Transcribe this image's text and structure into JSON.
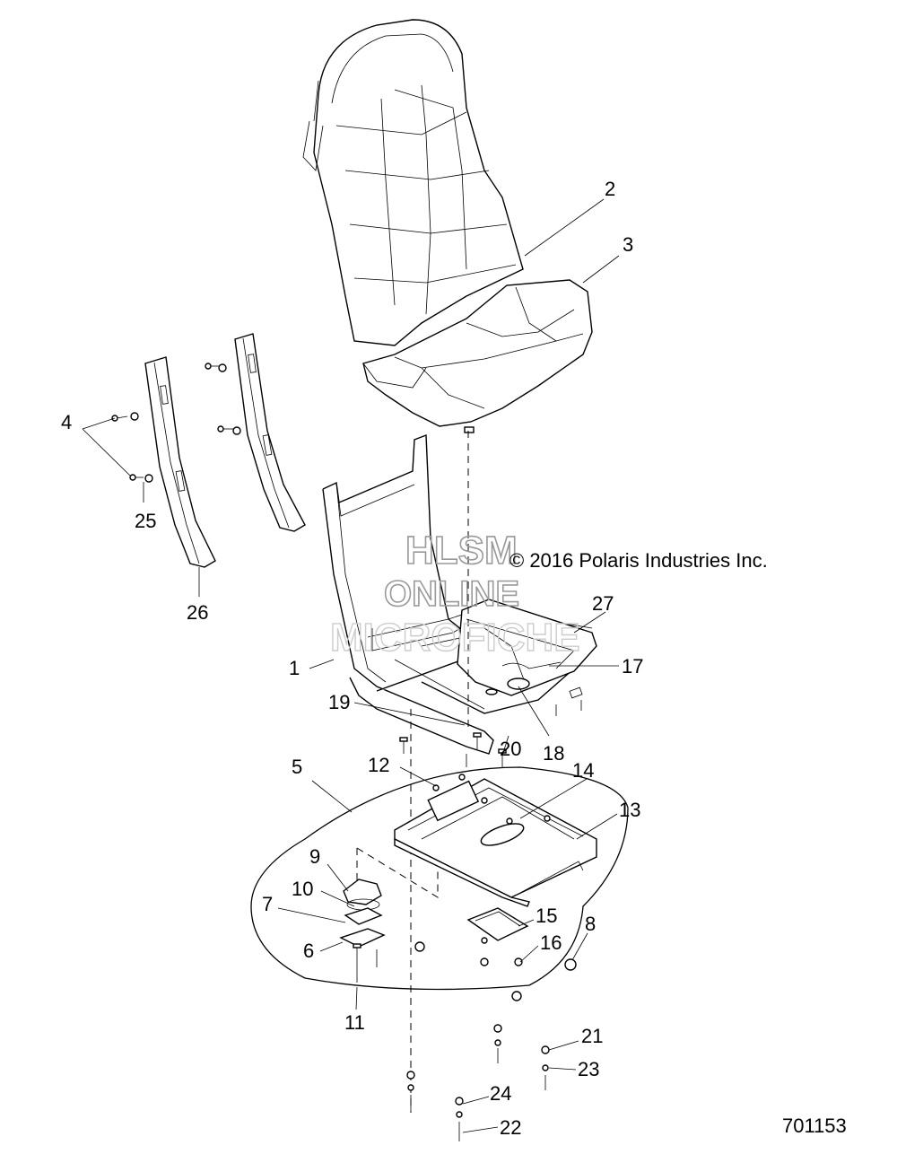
{
  "callouts": [
    {
      "id": "c1",
      "text": "1"
    },
    {
      "id": "c2",
      "text": "2"
    },
    {
      "id": "c3",
      "text": "3"
    },
    {
      "id": "c4",
      "text": "4"
    },
    {
      "id": "c5",
      "text": "5"
    },
    {
      "id": "c6",
      "text": "6"
    },
    {
      "id": "c7",
      "text": "7"
    },
    {
      "id": "c8",
      "text": "8"
    },
    {
      "id": "c9",
      "text": "9"
    },
    {
      "id": "c10",
      "text": "10"
    },
    {
      "id": "c11",
      "text": "11"
    },
    {
      "id": "c12",
      "text": "12"
    },
    {
      "id": "c13",
      "text": "13"
    },
    {
      "id": "c14",
      "text": "14"
    },
    {
      "id": "c15",
      "text": "15"
    },
    {
      "id": "c16",
      "text": "16"
    },
    {
      "id": "c17",
      "text": "17"
    },
    {
      "id": "c18",
      "text": "18"
    },
    {
      "id": "c19",
      "text": "19"
    },
    {
      "id": "c20",
      "text": "20"
    },
    {
      "id": "c21",
      "text": "21"
    },
    {
      "id": "c22",
      "text": "22"
    },
    {
      "id": "c23",
      "text": "23"
    },
    {
      "id": "c24",
      "text": "24"
    },
    {
      "id": "c25",
      "text": "25"
    },
    {
      "id": "c26",
      "text": "26"
    },
    {
      "id": "c27",
      "text": "27"
    }
  ],
  "copyright": "© 2016 Polaris Industries Inc.",
  "watermark": {
    "line1": "HLSM",
    "line2": "ONLINE",
    "line3": "MICROFICHE"
  },
  "catalog_number": "701153"
}
